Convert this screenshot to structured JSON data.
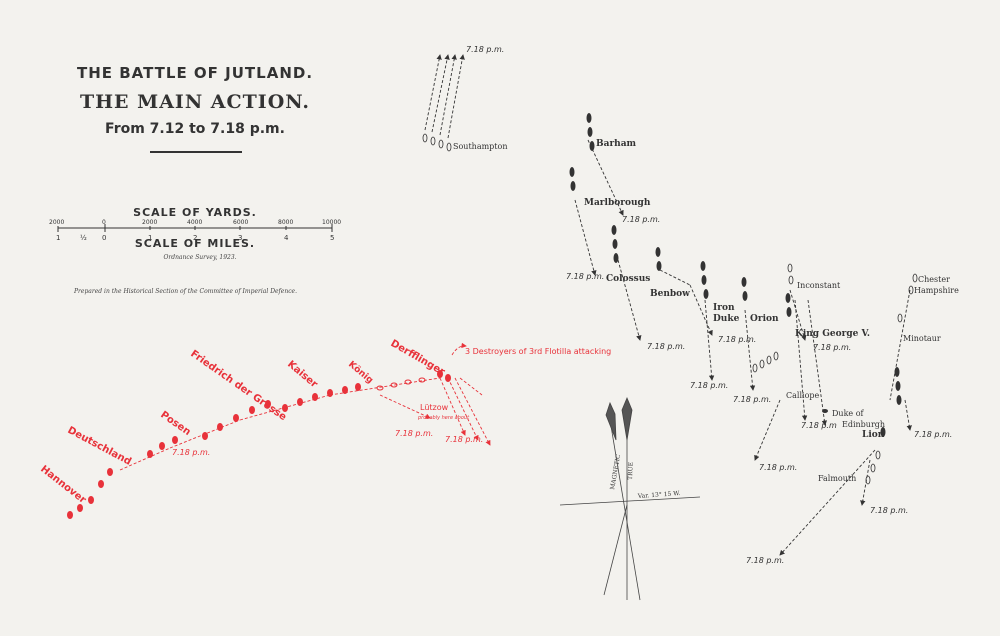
{
  "title": {
    "line1": "THE BATTLE OF JUTLAND.",
    "line2": "THE MAIN ACTION.",
    "line3": "From 7.12 to 7.18 p.m."
  },
  "scale": {
    "yards_title": "SCALE OF YARDS.",
    "miles_title": "SCALE OF MILES.",
    "yard_ticks": [
      "2000",
      "0",
      "2000",
      "4000",
      "6000",
      "8000",
      "10000"
    ],
    "mile_ticks": [
      "1",
      "½",
      "0",
      "1",
      "2",
      "3",
      "4",
      "5"
    ],
    "ordnance": "Ordnance Survey, 1923.",
    "prepared": "Prepared in the Historical Section of the Committee of Imperial Defence."
  },
  "compass": {
    "magnetic": "MAGNETIC",
    "true": "TRUE",
    "variation": "Var. 13° 15 W."
  },
  "british_ships": {
    "southampton": "Southampton",
    "barham": "Barham",
    "marlborough": "Marlborough",
    "colossus": "Colossus",
    "benbow": "Benbow",
    "iron": "Iron",
    "duke": "Duke",
    "orion": "Orion",
    "king_george": "King George V.",
    "inconstant": "Inconstant",
    "chester": "Chester",
    "hampshire": "Hampshire",
    "minotaur": "Minotaur",
    "calliope": "Calliope",
    "duke_of": "Duke of",
    "edinburgh": "Edinburgh",
    "lion": "Lion",
    "falmouth": "Falmouth"
  },
  "german_ships": {
    "hannover": "Hannover",
    "deutschland": "Deutschland",
    "posen": "Posen",
    "friedrich": "Friedrich der Grosse",
    "kaiser": "Kaiser",
    "konig": "König",
    "derfflinger": "Derfflinger",
    "lutzow": "Lützow",
    "lutzow_note": "probably here about",
    "destroyers": "3 Destroyers of 3rd Flotilla attacking"
  },
  "times": {
    "t718": "7.18 p.m.",
    "t718b": "7.18 p.m"
  },
  "colors": {
    "german": "#e8323a",
    "british": "#333333",
    "paper": "#f3f2ee"
  }
}
